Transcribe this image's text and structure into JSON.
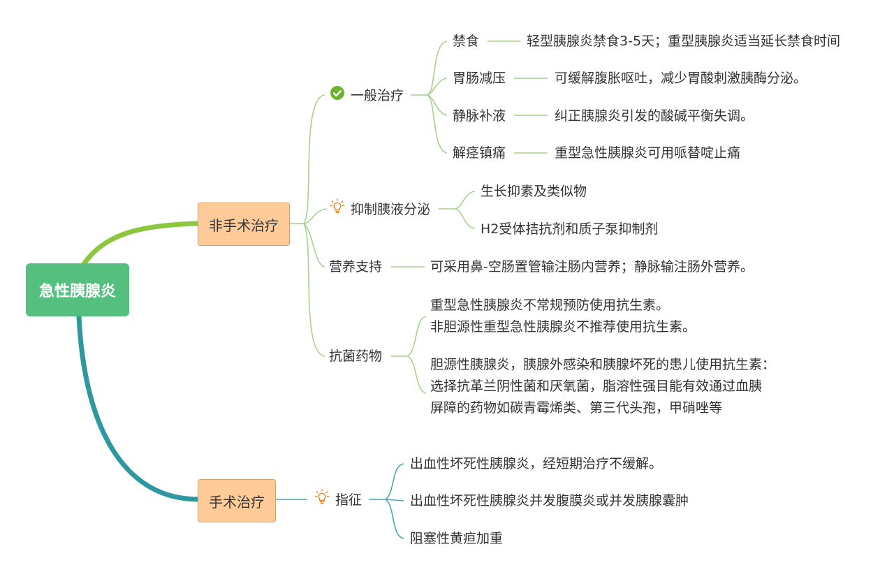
{
  "colors": {
    "root_fill": "#54bf7f",
    "branch_fill": "#ffcc99",
    "branch_border": "#d3a06a",
    "link_green": "#8dc63f",
    "link_teal": "#2e98a0",
    "link_thin_green": "#a9d18e",
    "link_thin_teal": "#4aa7b0",
    "check_icon": "#6ab42d",
    "bulb_icon": "#e07a1f"
  },
  "root": {
    "label": "急性胰腺炎"
  },
  "non_surgical": {
    "label": "非手术治疗",
    "general": {
      "label": "一般治疗",
      "icon": "check-circle-icon",
      "items": [
        {
          "label": "禁食",
          "detail": "轻型胰腺炎禁食3-5天；重型胰腺炎适当延长禁食时间"
        },
        {
          "label": "胃肠减压",
          "detail": "可缓解腹胀呕吐，减少胃酸刺激胰酶分泌。"
        },
        {
          "label": "静脉补液",
          "detail": "纠正胰腺炎引发的酸碱平衡失调。"
        },
        {
          "label": "解痉镇痛",
          "detail": "重型急性胰腺炎可用哌替啶止痛"
        }
      ]
    },
    "suppress": {
      "label": "抑制胰液分泌",
      "icon": "lightbulb-icon",
      "items": [
        "生长抑素及类似物",
        "H2受体拮抗剂和质子泵抑制剂"
      ]
    },
    "nutrition": {
      "label": "营养支持",
      "detail": "可采用鼻-空肠置管输注肠内营养；静脉输注肠外营养。"
    },
    "antibiotics": {
      "label": "抗菌药物",
      "lines": [
        "重型急性胰腺炎不常规预防使用抗生素。",
        "非胆源性重型急性胰腺炎不推荐使用抗生素。",
        "胆源性胰腺炎，胰腺外感染和胰腺坏死的患儿使用抗生素：",
        "选择抗革兰阴性菌和厌氧菌，脂溶性强目能有效通过血胰",
        "屏障的药物如碳青霉烯类、第三代头孢，甲硝唑等"
      ]
    }
  },
  "surgical": {
    "label": "手术治疗",
    "indication": {
      "label": "指征",
      "icon": "lightbulb-icon",
      "items": [
        "出血性坏死性胰腺炎，经短期治疗不缓解。",
        "出血性坏死性胰腺炎并发腹膜炎或并发胰腺囊肿",
        "阻塞性黄疸加重"
      ]
    }
  }
}
